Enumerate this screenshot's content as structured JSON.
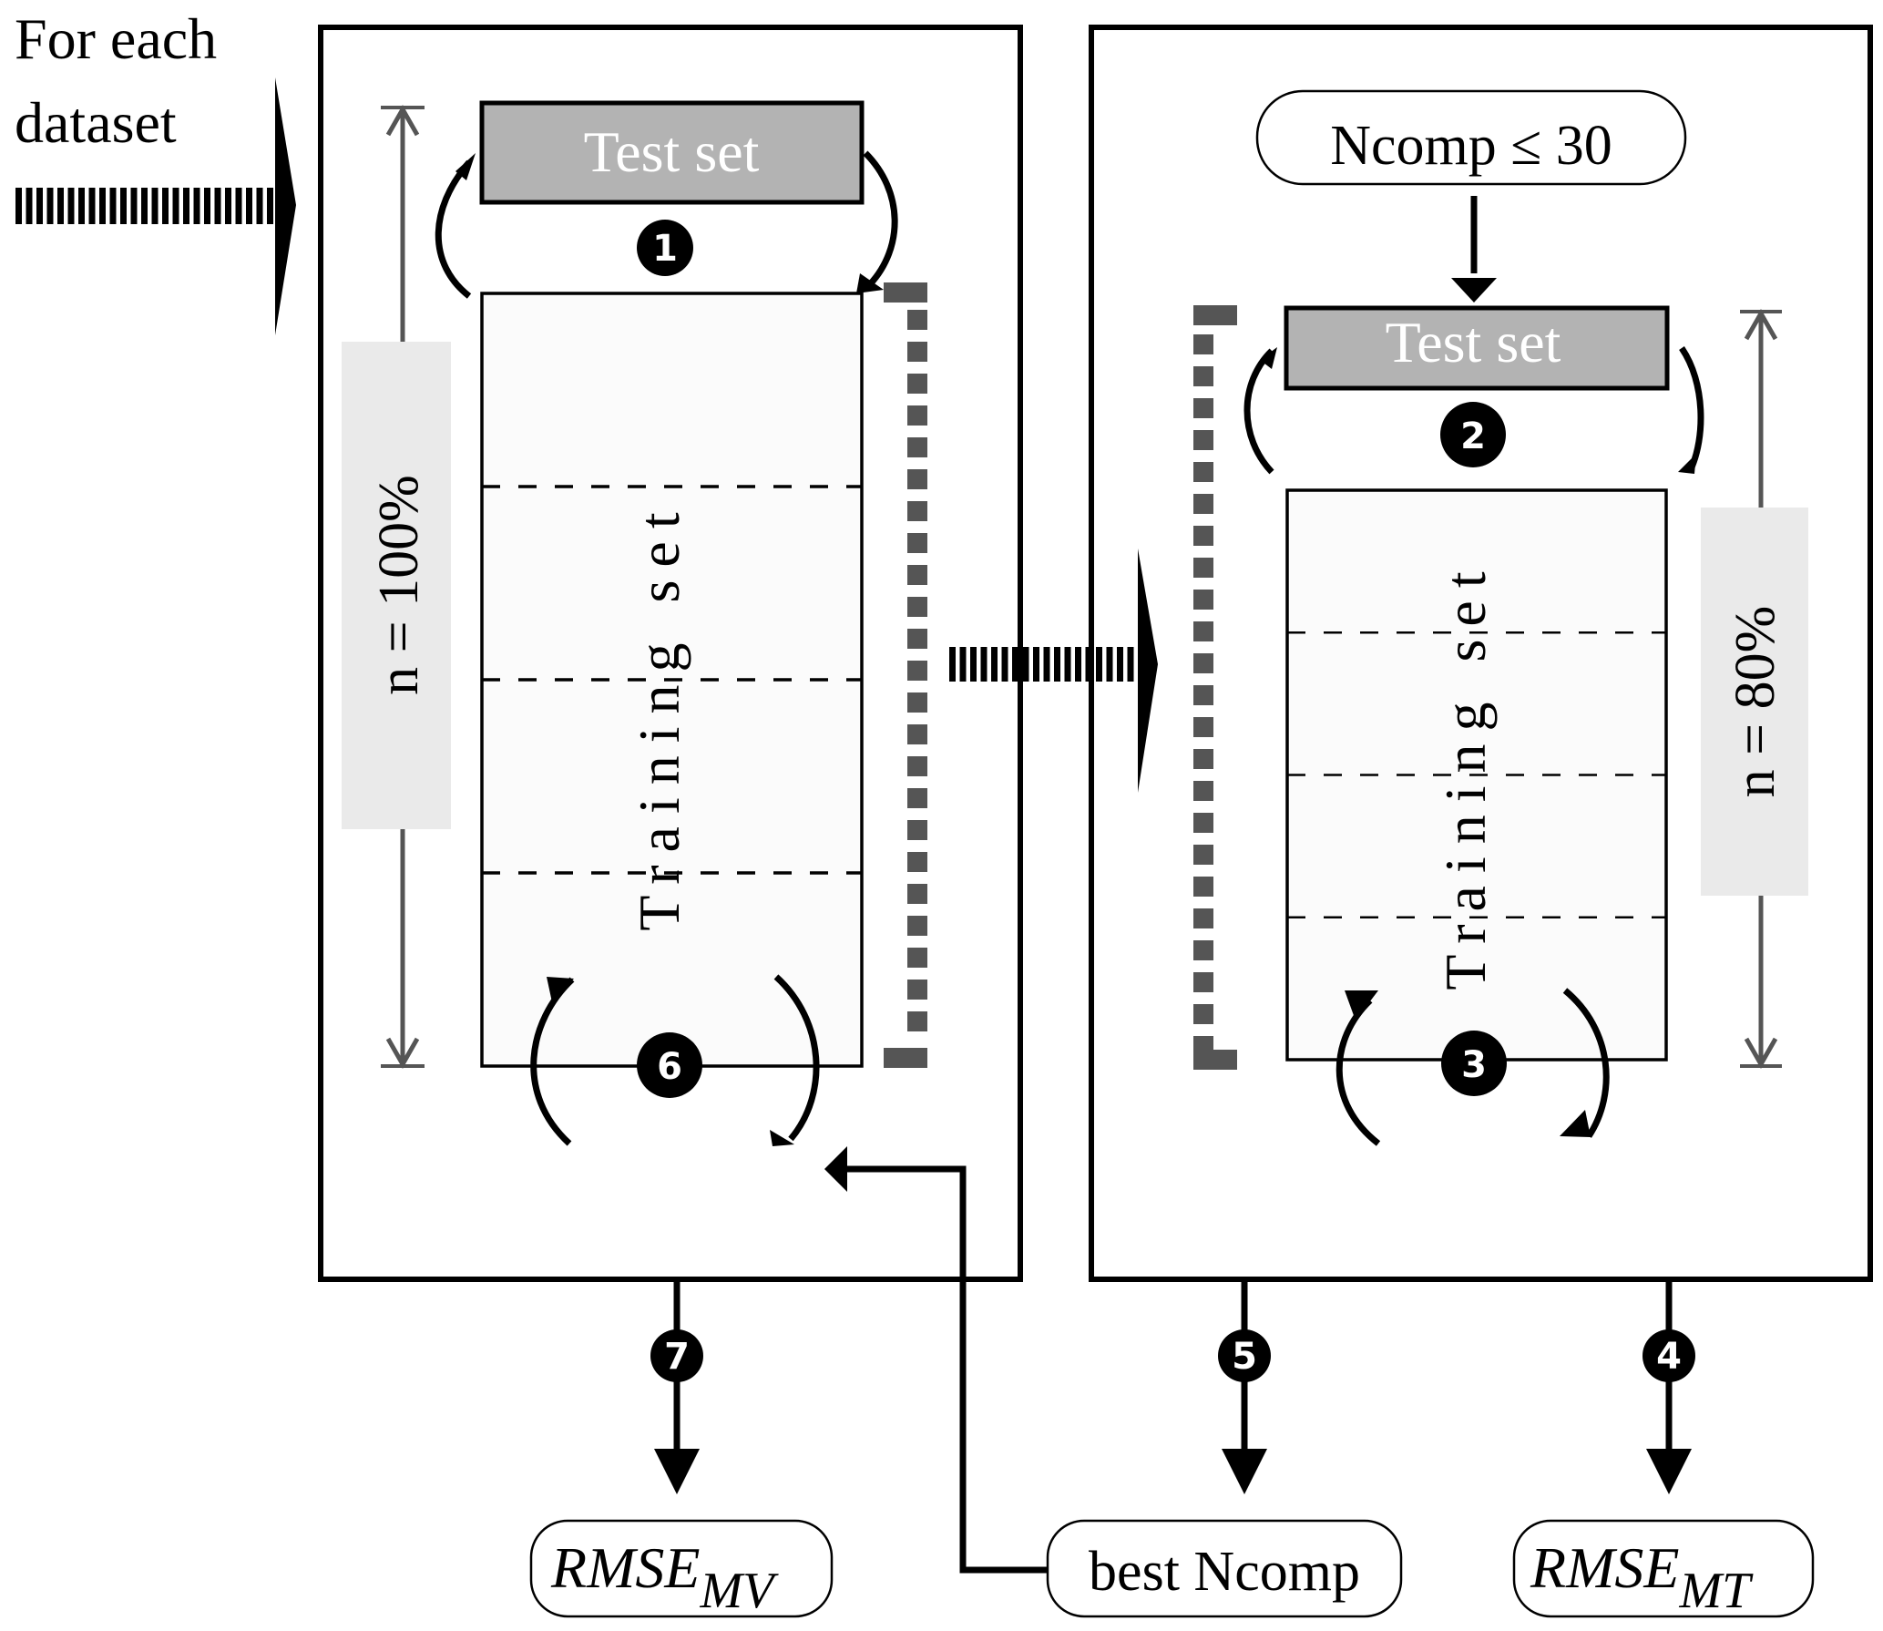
{
  "intro": {
    "line1": "For each",
    "line2": "dataset"
  },
  "left_panel": {
    "test_set_label": "Test set",
    "training_set_label": "Training set",
    "size_label": "n = 100%",
    "step_top": "1",
    "step_bottom": "6",
    "fold_count": 4
  },
  "right_panel": {
    "ncomp_limit_label": "Ncomp ≤ 30",
    "test_set_label": "Test set",
    "training_set_label": "Training set",
    "size_label": "n = 80%",
    "step_top": "2",
    "step_bottom": "3",
    "fold_count": 4
  },
  "outputs": {
    "rmse_mv": {
      "main": "RMSE",
      "sub": "MV",
      "step": "7"
    },
    "best_ncomp": {
      "label": "best Ncomp",
      "step": "5"
    },
    "rmse_mt": {
      "main": "RMSE",
      "sub": "MT",
      "step": "4"
    }
  },
  "colors": {
    "stroke": "#000000",
    "test_set_fill": "#b3b3b3",
    "training_fill": "#fbfbfb",
    "size_box_fill": "#eaeaea",
    "dimension_line": "#555555",
    "bracket": "#555555"
  }
}
